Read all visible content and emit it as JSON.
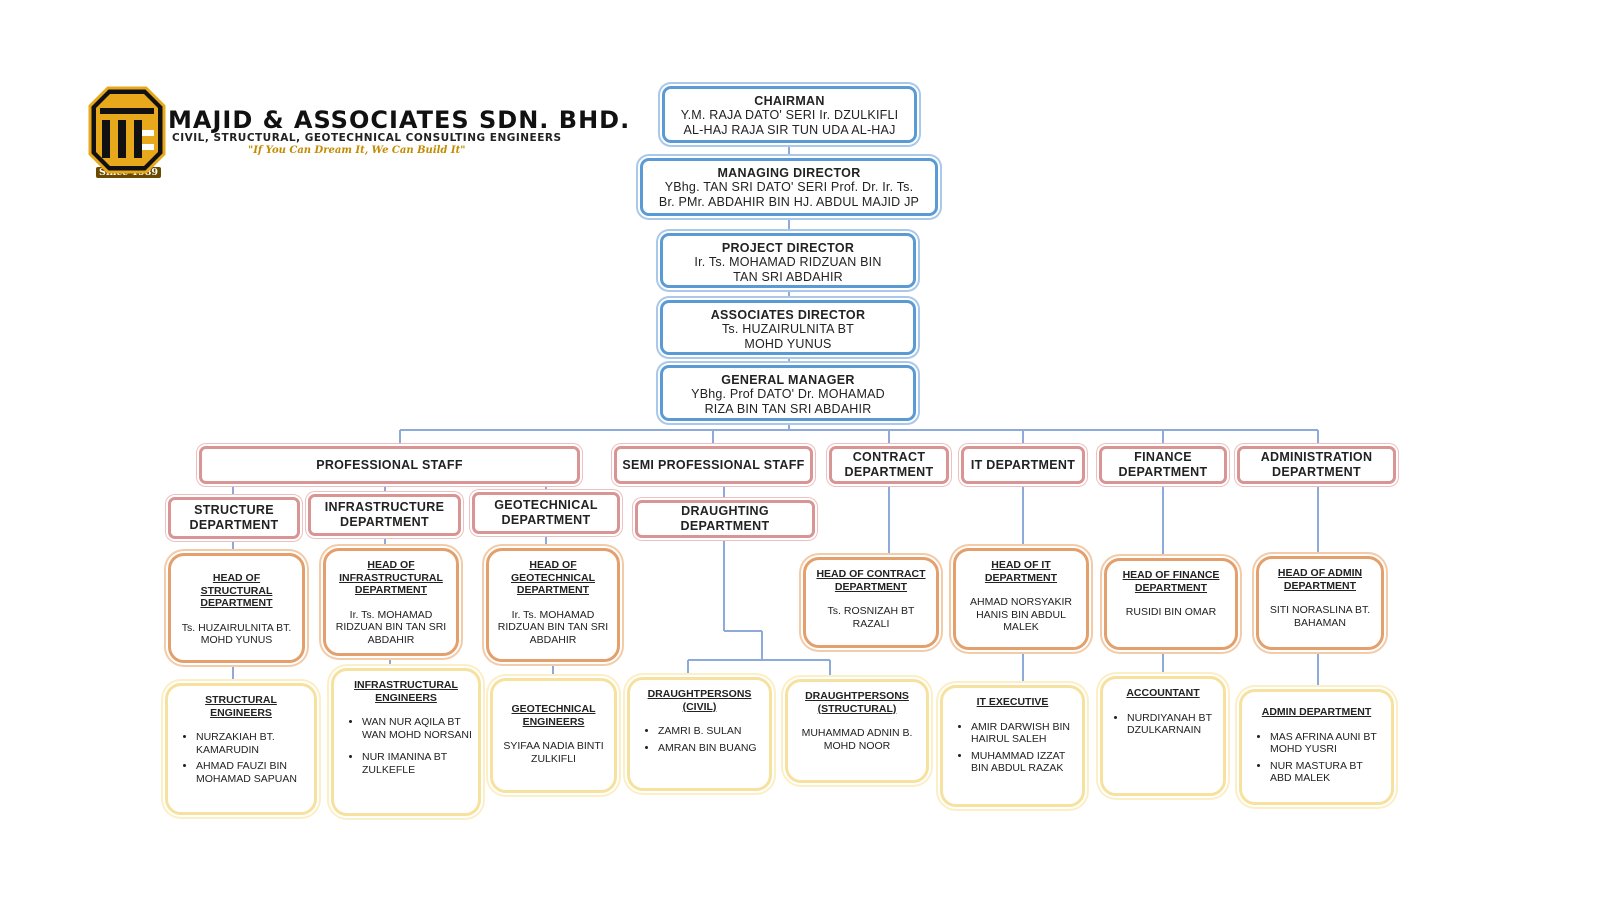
{
  "company": {
    "name": "MAJID & ASSOCIATES SDN. BHD.",
    "subtitle": "CIVIL, STRUCTURAL, GEOTECHNICAL CONSULTING ENGINEERS",
    "tagline": "\"If You Can Dream It, We Can Build It\"",
    "since": "Since 1989",
    "logo_colors": {
      "frame": "#e8a81c",
      "dark": "#111111"
    }
  },
  "colors": {
    "executive": "#5b9bd5",
    "department": "#d99494",
    "head": "#e4a06c",
    "staff": "#f7e19e",
    "connector": "#8eaad9"
  },
  "executives": [
    {
      "title": "CHAIRMAN",
      "l1": "Y.M. RAJA DATO' SERI Ir. DZULKIFLI",
      "l2": "AL-HAJ RAJA SIR TUN UDA AL-HAJ"
    },
    {
      "title": "MANAGING DIRECTOR",
      "l1": "YBhg. TAN SRI DATO' SERI Prof. Dr. Ir. Ts.",
      "l2": "Br. PMr. ABDAHIR BIN HJ. ABDUL MAJID JP"
    },
    {
      "title": "PROJECT DIRECTOR",
      "l1": "Ir. Ts. MOHAMAD RIDZUAN BIN",
      "l2": "TAN SRI ABDAHIR"
    },
    {
      "title": "ASSOCIATES DIRECTOR",
      "l1": "Ts.  HUZAIRULNITA BT",
      "l2": "MOHD YUNUS"
    },
    {
      "title": "GENERAL MANAGER",
      "l1": "YBhg. Prof DATO'  Dr. MOHAMAD",
      "l2": "RIZA   BIN TAN SRI ABDAHIR"
    }
  ],
  "departments": {
    "professional_staff": "PROFESSIONAL STAFF",
    "semi_professional": "SEMI PROFESSIONAL STAFF",
    "contract": "CONTRACT DEPARTMENT",
    "it": "IT DEPARTMENT",
    "finance": "FINANCE DEPARTMENT",
    "administration": "ADMINISTRATION DEPARTMENT",
    "structure": "STRUCTURE DEPARTMENT",
    "infrastructure": "INFRASTRUCTURE DEPARTMENT",
    "geotechnical": "GEOTECHNICAL DEPARTMENT",
    "draughting": "DRAUGHTING DEPARTMENT"
  },
  "heads": {
    "structural": {
      "title": "HEAD OF STRUCTURAL DEPARTMENT",
      "name": "Ts. HUZAIRULNITA BT. MOHD YUNUS"
    },
    "infrastructural": {
      "title": "HEAD OF INFRASTRUCTURAL DEPARTMENT",
      "name": "Ir. Ts. MOHAMAD RIDZUAN BIN TAN SRI ABDAHIR"
    },
    "geotechnical": {
      "title": "HEAD OF GEOTECHNICAL DEPARTMENT",
      "name": "Ir. Ts. MOHAMAD RIDZUAN BIN TAN SRI ABDAHIR"
    },
    "contract": {
      "title": "HEAD OF CONTRACT DEPARTMENT",
      "name": "Ts. ROSNIZAH BT RAZALI"
    },
    "it": {
      "title": "HEAD OF IT DEPARTMENT",
      "name": "AHMAD NORSYAKIR HANIS BIN ABDUL MALEK"
    },
    "finance": {
      "title": "HEAD OF FINANCE DEPARTMENT",
      "name": "RUSIDI BIN OMAR"
    },
    "admin": {
      "title": "HEAD OF ADMIN DEPARTMENT",
      "name": "SITI NORASLINA BT. BAHAMAN"
    }
  },
  "staff": {
    "structural": {
      "title": "STRUCTURAL ENGINEERS",
      "members": [
        "NURZAKIAH BT. KAMARUDIN",
        "AHMAD FAUZI BIN MOHAMAD SAPUAN"
      ]
    },
    "infrastructural": {
      "title": "INFRASTRUCTURAL ENGINEERS",
      "members": [
        "WAN NUR AQILA BT WAN MOHD NORSANI",
        "NUR    IMANINA BT ZULKEFLE"
      ]
    },
    "geotechnical": {
      "title": "GEOTECHNICAL ENGINEERS",
      "name": "SYIFAA NADIA BINTI ZULKIFLI"
    },
    "draught_civil": {
      "title": "DRAUGHTPERSONS (CIVIL)",
      "members": [
        "ZAMRI B. SULAN",
        "AMRAN BIN BUANG"
      ]
    },
    "draught_structural": {
      "title": "DRAUGHTPERSONS (STRUCTURAL)",
      "name": "MUHAMMAD ADNIN B. MOHD NOOR"
    },
    "it_exec": {
      "title": "IT EXECUTIVE",
      "members": [
        "AMIR DARWISH BIN HAIRUL SALEH",
        "MUHAMMAD IZZAT BIN ABDUL RAZAK"
      ]
    },
    "accountant": {
      "title": "ACCOUNTANT",
      "members": [
        "NURDIYANAH BT DZULKARNAIN"
      ]
    },
    "admin": {
      "title": "ADMIN DEPARTMENT",
      "members": [
        "MAS AFRINA AUNI BT MOHD YUSRI",
        "NUR MASTURA BT ABD MALEK"
      ]
    }
  }
}
